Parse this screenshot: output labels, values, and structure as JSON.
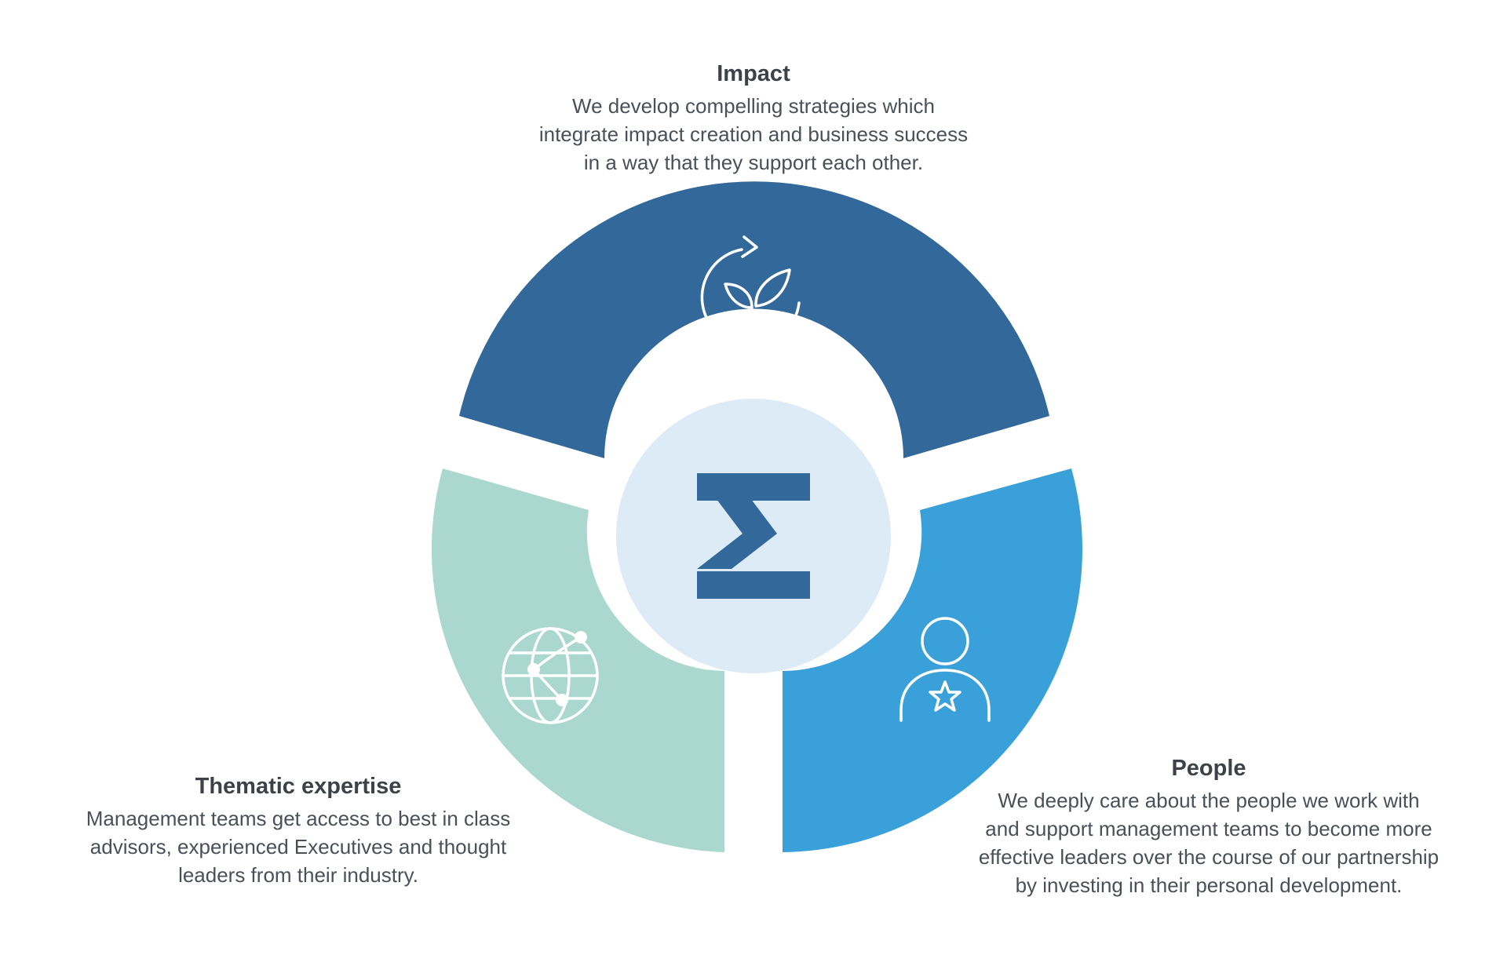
{
  "diagram": {
    "center_symbol": "sigma-logo",
    "colors": {
      "impact": "#32689a",
      "people": "#39a0da",
      "thematic": "#aad8cf",
      "center": "#ddebf7",
      "logo": "#32689a",
      "icon_stroke": "#ffffff"
    },
    "segments": [
      {
        "key": "impact",
        "title": "Impact",
        "icon": "plant-cycle-icon",
        "lines": [
          "We develop compelling strategies which",
          "integrate impact creation and business success",
          "in a way that they support each other."
        ]
      },
      {
        "key": "thematic",
        "title": "Thematic expertise",
        "icon": "globe-network-icon",
        "lines": [
          "Management teams get access to best in class",
          "advisors, experienced Executives and thought",
          "leaders from their industry."
        ]
      },
      {
        "key": "people",
        "title": "People",
        "icon": "person-star-icon",
        "lines": [
          "We deeply care about the people we work with",
          "and support management teams to become more",
          "effective leaders over the course of our partnership",
          "by investing in their personal development."
        ]
      }
    ]
  }
}
